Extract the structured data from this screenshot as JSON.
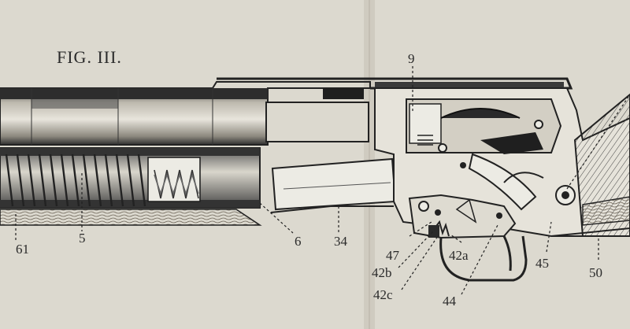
{
  "figure": {
    "title": "FIG. III.",
    "labels": {
      "l9": "9",
      "l61": "61",
      "l5": "5",
      "l6": "6",
      "l34": "34",
      "l47": "47",
      "l42a": "42a",
      "l42b": "42b",
      "l42c": "42c",
      "l44": "44",
      "l45": "45",
      "l50": "50"
    }
  },
  "colors": {
    "paper": "#dcd9cf",
    "ink": "#2a2a2a",
    "fold": "#c9c5b9"
  }
}
